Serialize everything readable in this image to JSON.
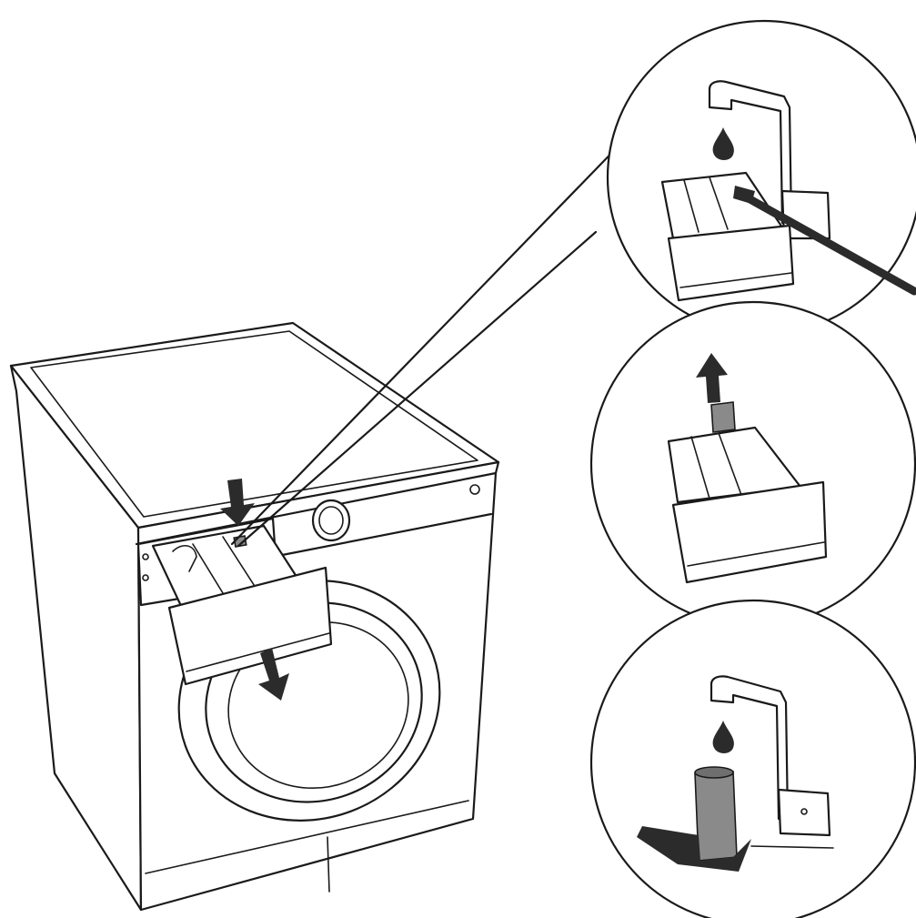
{
  "figure": {
    "subject": "washing-machine-detergent-drawer-cleaning",
    "panels": [
      "rinse-drawer-under-tap",
      "remove-siphon-cap",
      "rinse-siphon-cap-under-tap"
    ],
    "colors": {
      "line": "#1a1a1a",
      "fill": "#ffffff",
      "accent_dark": "#2b2b2b",
      "accent_grey": "#8a8a8a"
    }
  }
}
